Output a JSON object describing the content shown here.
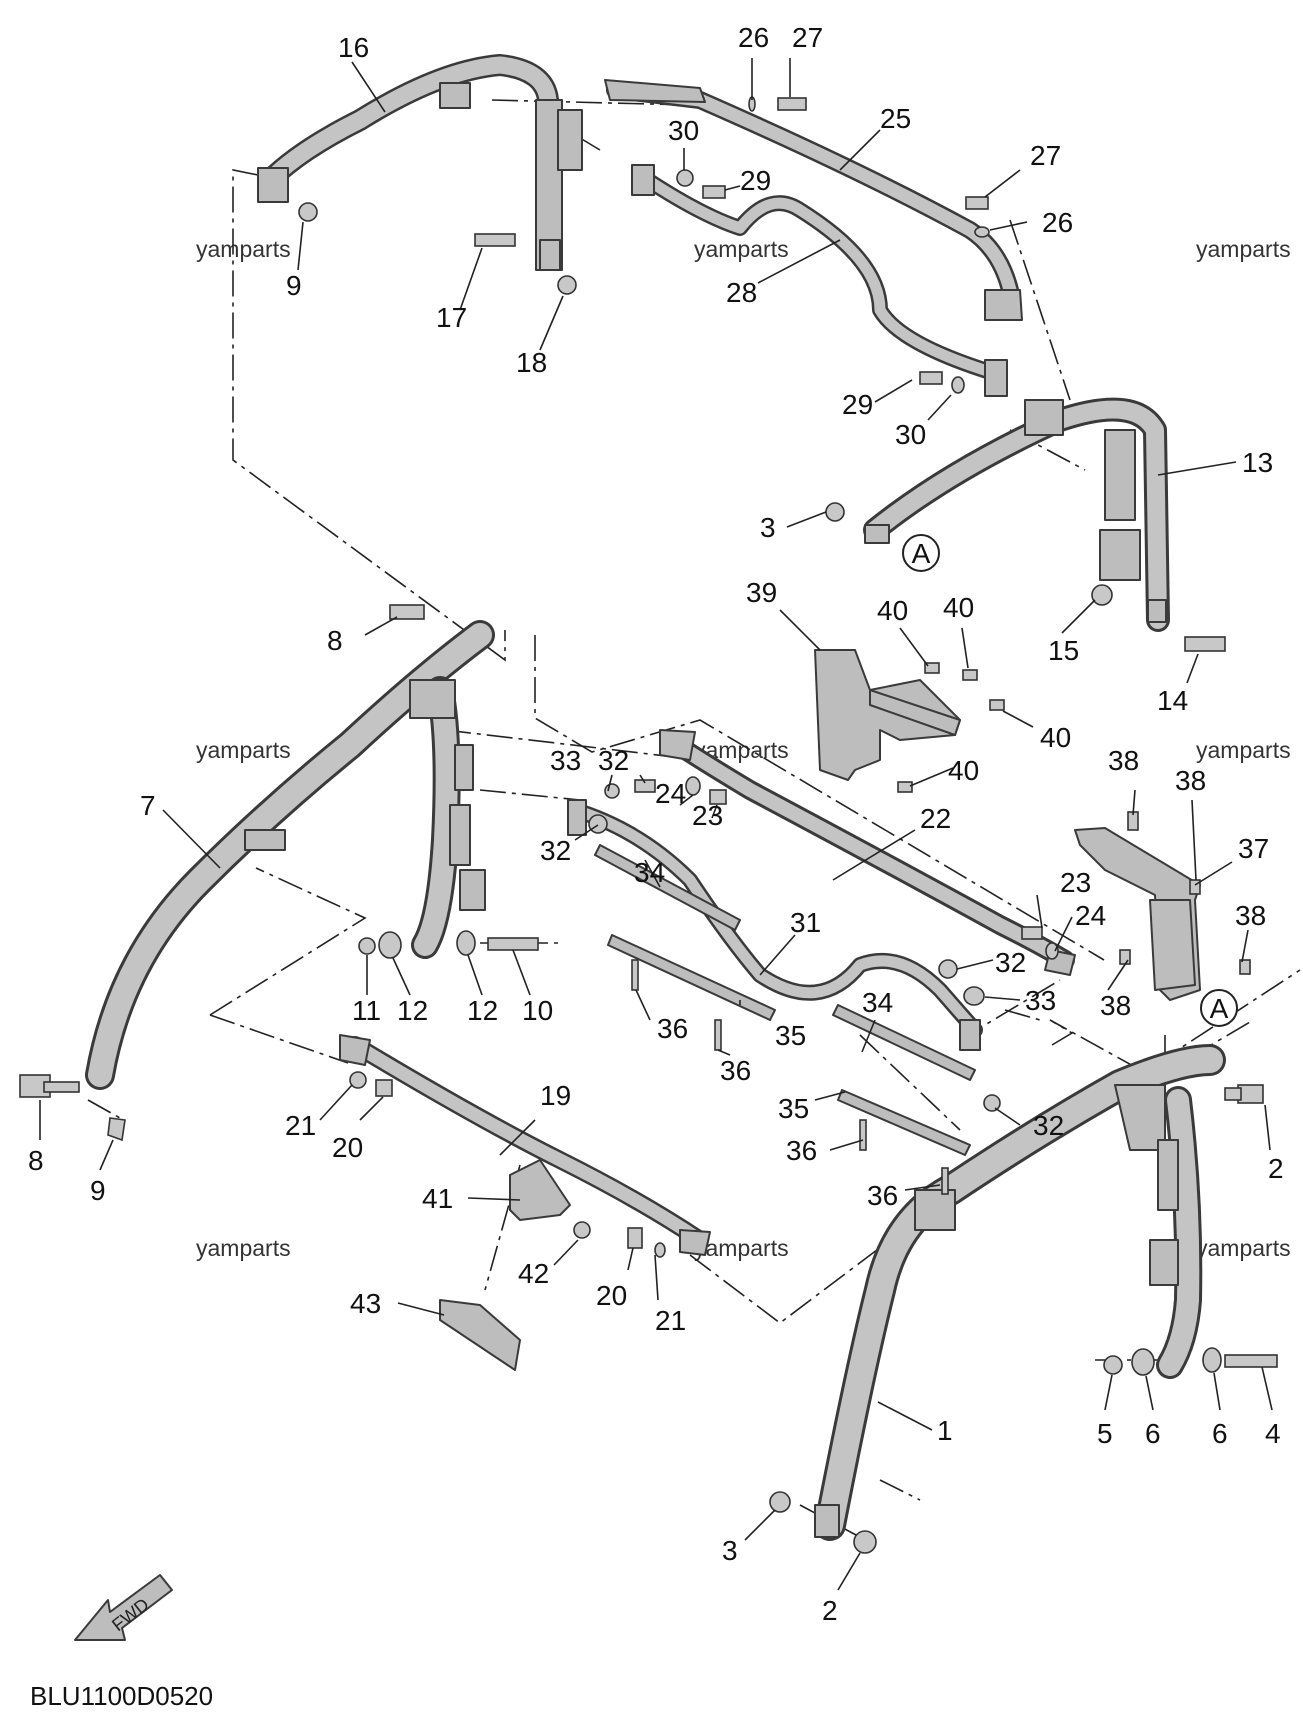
{
  "diagram_code": "BLU1100D0520",
  "fwd_label": "FWD",
  "circle_label": "A",
  "watermark": "yamparts",
  "callouts": [
    {
      "id": "c16",
      "text": "16"
    },
    {
      "id": "c26a",
      "text": "26"
    },
    {
      "id": "c27a",
      "text": "27"
    },
    {
      "id": "c25",
      "text": "25"
    },
    {
      "id": "c30a",
      "text": "30"
    },
    {
      "id": "c29a",
      "text": "29"
    },
    {
      "id": "c27b",
      "text": "27"
    },
    {
      "id": "c26b",
      "text": "26"
    },
    {
      "id": "c9a",
      "text": "9"
    },
    {
      "id": "c17",
      "text": "17"
    },
    {
      "id": "c18",
      "text": "18"
    },
    {
      "id": "c28",
      "text": "28"
    },
    {
      "id": "c29b",
      "text": "29"
    },
    {
      "id": "c30b",
      "text": "30"
    },
    {
      "id": "c13",
      "text": "13"
    },
    {
      "id": "c3a",
      "text": "3"
    },
    {
      "id": "c39",
      "text": "39"
    },
    {
      "id": "c40a",
      "text": "40"
    },
    {
      "id": "c40b",
      "text": "40"
    },
    {
      "id": "c15",
      "text": "15"
    },
    {
      "id": "c14",
      "text": "14"
    },
    {
      "id": "c8a",
      "text": "8"
    },
    {
      "id": "c40c",
      "text": "40"
    },
    {
      "id": "c40d",
      "text": "40"
    },
    {
      "id": "c38a",
      "text": "38"
    },
    {
      "id": "c38b",
      "text": "38"
    },
    {
      "id": "c33a",
      "text": "33"
    },
    {
      "id": "c32a",
      "text": "32"
    },
    {
      "id": "c24a",
      "text": "24"
    },
    {
      "id": "c23a",
      "text": "23"
    },
    {
      "id": "c7",
      "text": "7"
    },
    {
      "id": "c22",
      "text": "22"
    },
    {
      "id": "c37",
      "text": "37"
    },
    {
      "id": "c32b",
      "text": "32"
    },
    {
      "id": "c34a",
      "text": "34"
    },
    {
      "id": "c23b",
      "text": "23"
    },
    {
      "id": "c24b",
      "text": "24"
    },
    {
      "id": "c38c",
      "text": "38"
    },
    {
      "id": "c31",
      "text": "31"
    },
    {
      "id": "c32c",
      "text": "32"
    },
    {
      "id": "c33b",
      "text": "33"
    },
    {
      "id": "c38d",
      "text": "38"
    },
    {
      "id": "c11",
      "text": "11"
    },
    {
      "id": "c12a",
      "text": "12"
    },
    {
      "id": "c12b",
      "text": "12"
    },
    {
      "id": "c10",
      "text": "10"
    },
    {
      "id": "c36a",
      "text": "36"
    },
    {
      "id": "c35a",
      "text": "35"
    },
    {
      "id": "c34b",
      "text": "34"
    },
    {
      "id": "c36b",
      "text": "36"
    },
    {
      "id": "c19",
      "text": "19"
    },
    {
      "id": "c21a",
      "text": "21"
    },
    {
      "id": "c20a",
      "text": "20"
    },
    {
      "id": "c8b",
      "text": "8"
    },
    {
      "id": "c9b",
      "text": "9"
    },
    {
      "id": "c35b",
      "text": "35"
    },
    {
      "id": "c32d",
      "text": "32"
    },
    {
      "id": "c36c",
      "text": "36"
    },
    {
      "id": "c2a",
      "text": "2"
    },
    {
      "id": "c36d",
      "text": "36"
    },
    {
      "id": "c41",
      "text": "41"
    },
    {
      "id": "c42",
      "text": "42"
    },
    {
      "id": "c20b",
      "text": "20"
    },
    {
      "id": "c21b",
      "text": "21"
    },
    {
      "id": "c43",
      "text": "43"
    },
    {
      "id": "c1",
      "text": "1"
    },
    {
      "id": "c5",
      "text": "5"
    },
    {
      "id": "c6a",
      "text": "6"
    },
    {
      "id": "c6b",
      "text": "6"
    },
    {
      "id": "c4",
      "text": "4"
    },
    {
      "id": "c3b",
      "text": "3"
    },
    {
      "id": "c2b",
      "text": "2"
    }
  ]
}
